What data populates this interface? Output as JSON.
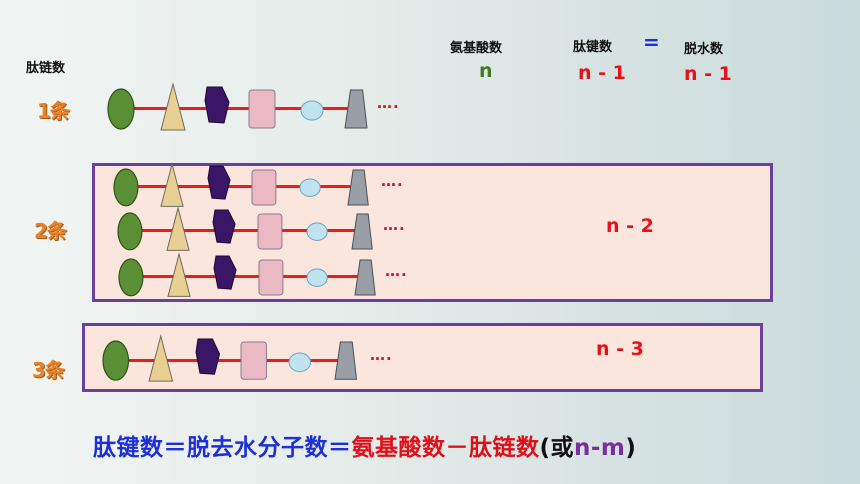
{
  "left_header": "肽链数",
  "headers": {
    "amino_acids": "氨基酸数",
    "peptide_bonds": "肽键数",
    "equals": "=",
    "water_removed": "脱水数"
  },
  "header_values": {
    "amino_acids": "n",
    "peptide_bonds": "n - 1",
    "water_removed": "n - 1"
  },
  "rows": [
    {
      "label": "1条",
      "value": ""
    },
    {
      "label": "2条",
      "value": "n - 2"
    },
    {
      "label": "3条",
      "value": "n - 3"
    }
  ],
  "ellipsis": "….",
  "formula": {
    "part1": "肽键数＝脱去水分子数＝",
    "part2": "氨基酸数－肽链数",
    "part3": "(或",
    "part4": "n-m",
    "part5": ")"
  },
  "colors": {
    "bond": "#ee1b1b",
    "box_border": "#6b3fa0",
    "box_fill": "#fbe6dd",
    "amino_value_green": "#3f7a1e",
    "value_red": "#e8101a",
    "label_orange": "#e8822a",
    "formula_blue": "#1d2fd6"
  },
  "icons": [
    "green-oval-icon",
    "triangle-icon",
    "purple-hexagon-icon",
    "pink-rectangle-icon",
    "blue-circle-icon",
    "gray-trapezoid-icon"
  ]
}
